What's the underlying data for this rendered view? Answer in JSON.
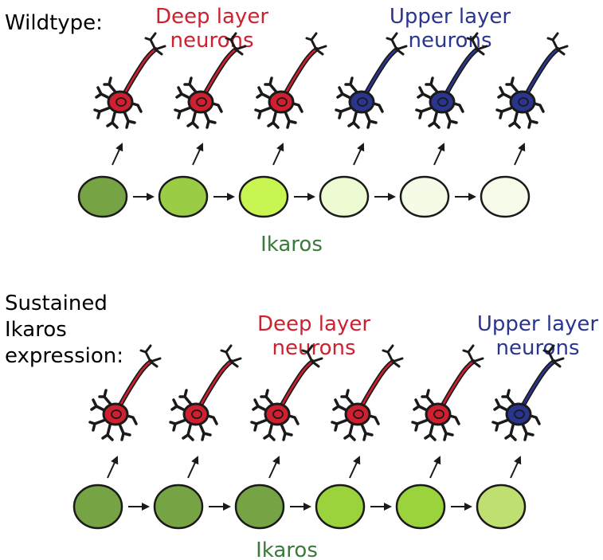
{
  "colors": {
    "deep": "#d0202f",
    "upper": "#2a3590",
    "ikaros": "#3a7a3a",
    "outline": "#1a1a1a"
  },
  "panels": [
    {
      "id": "wildtype",
      "title": [
        "Wildtype:"
      ],
      "deep_label": [
        "Deep layer",
        "neurons"
      ],
      "upper_label": [
        "Upper layer",
        "neurons"
      ],
      "ikaros_label": "Ikaros",
      "neuron_types": [
        "deep",
        "deep",
        "deep",
        "upper",
        "upper",
        "upper"
      ],
      "cell_colors": [
        "#76a344",
        "#9acd45",
        "#c8f551",
        "#eefad2",
        "#f4fbe6",
        "#f6fbea"
      ]
    },
    {
      "id": "sustained",
      "title": [
        "Sustained",
        "Ikaros",
        "expression:"
      ],
      "deep_label": [
        "Deep layer",
        "neurons"
      ],
      "upper_label": [
        "Upper layer",
        "neurons"
      ],
      "ikaros_label": "Ikaros",
      "neuron_types": [
        "deep",
        "deep",
        "deep",
        "deep",
        "deep",
        "upper"
      ],
      "cell_colors": [
        "#76a344",
        "#76a344",
        "#76a344",
        "#9ad33c",
        "#9ad33c",
        "#bfe071"
      ]
    }
  ]
}
